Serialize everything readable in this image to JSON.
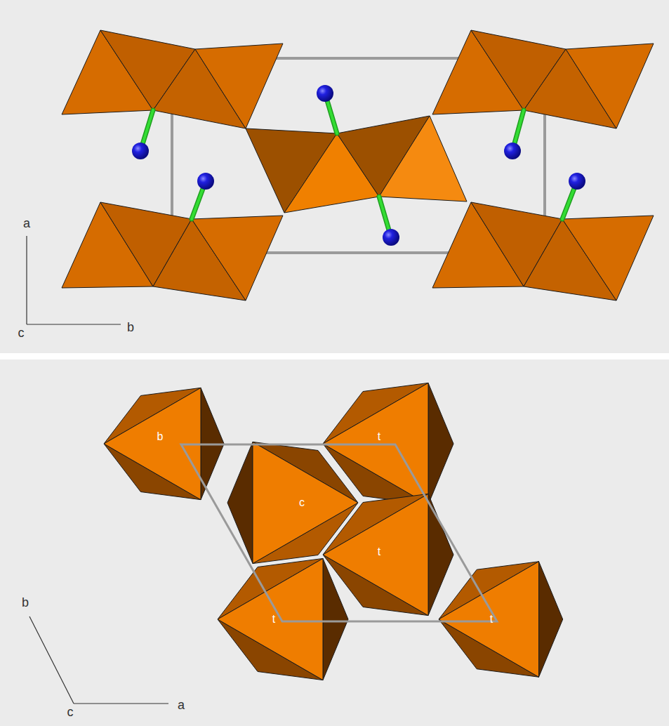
{
  "diagram": {
    "labels": [
      "a",
      "c",
      "b",
      "b",
      "t",
      "c",
      "t",
      "t",
      "t",
      "b",
      "c",
      "a"
    ]
  }
}
